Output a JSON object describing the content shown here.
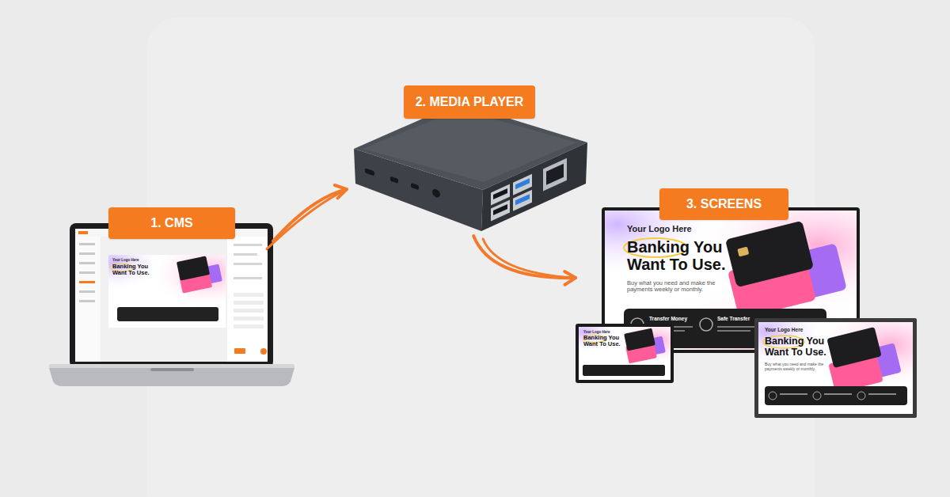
{
  "diagram": {
    "nodes": [
      {
        "text": [
          "1. CMS"
        ]
      },
      {
        "text": [
          "2. MEDIA PLAYER"
        ]
      },
      {
        "text": [
          "3. SCREENS"
        ]
      }
    ],
    "edges": [
      {
        "from": 0,
        "to": 1,
        "arrow": "to"
      },
      {
        "from": 1,
        "to": 2,
        "arrow": "to"
      }
    ],
    "labels": [
      "Your Logo Here",
      "Banking You Want To Use.",
      "Your Logo Here",
      "Banking You Want To Use.",
      "Buy what you need and make the payments weekly or monthly.",
      "Transfer Money",
      "Safe Transfer",
      "Your Logo Here",
      "Banking You Want To Use.",
      "Your Logo Here",
      "Banking You Want To Use.",
      "Buy what you need and make the payments weekly or monthly."
    ]
  }
}
